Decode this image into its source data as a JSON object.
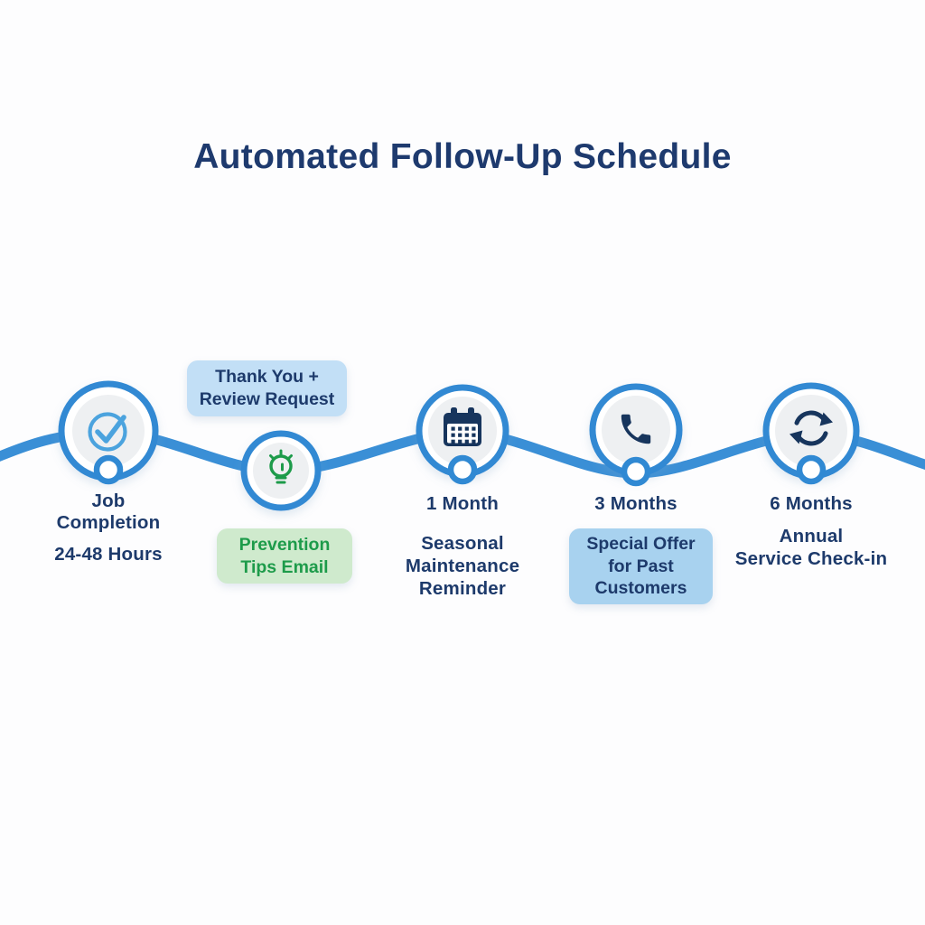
{
  "title": "Automated Follow-Up Schedule",
  "colors": {
    "background": "#fdfdfe",
    "accent_blue": "#3a8fd6",
    "ring_blue": "#3089d3",
    "title_navy": "#1e3a6e",
    "navy": "#1d3a6b",
    "icon_navy": "#17355d",
    "check_blue": "#4ba3de",
    "green": "#1d9b4a",
    "badge_blue": "#c2dff6",
    "badge_blue_2": "#a8d2ef",
    "badge_green": "#cfeacd",
    "circle_inner": "#eef0f2"
  },
  "timeline": {
    "milestones": [
      {
        "icon": "check-circle-icon",
        "title": "Job\nCompletion",
        "subtitle": "24-48 Hours"
      },
      {
        "icon": "lightbulb-icon",
        "badge_above": "Thank You +\nReview Request",
        "badge_below": "Prevention\nTips Email"
      },
      {
        "icon": "calendar-icon",
        "title": "1 Month",
        "subtitle": "Seasonal\nMaintenance\nReminder"
      },
      {
        "icon": "phone-icon",
        "title": "3 Months",
        "badge_below": "Special Offer\nfor Past\nCustomers"
      },
      {
        "icon": "refresh-icon",
        "title": "6 Months",
        "subtitle": "Annual\nService Check-in"
      }
    ]
  }
}
